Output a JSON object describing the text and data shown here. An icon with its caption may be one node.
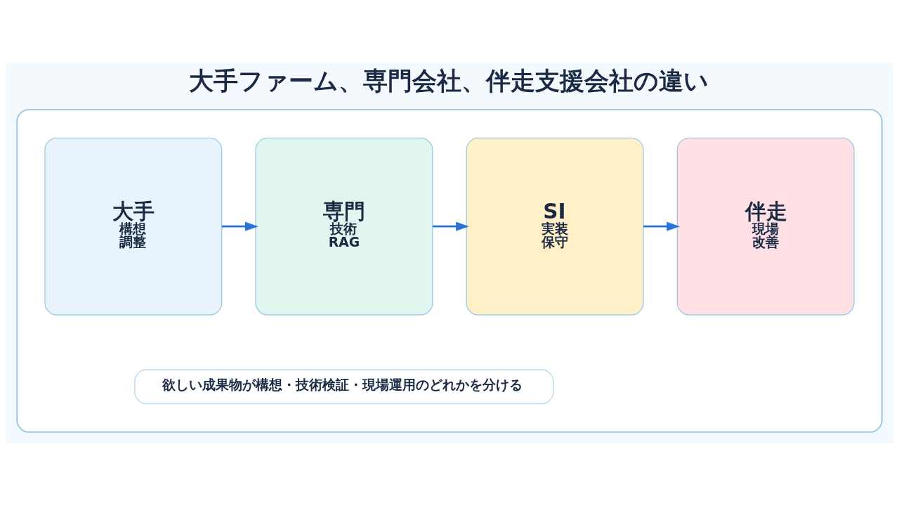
{
  "diagram": {
    "title": "大手ファーム、専門会社、伴走支援会社の違い",
    "nodes": [
      {
        "text": [],
        "shape": "box"
      },
      {
        "text": [
          "大手",
          "構想",
          "調整"
        ],
        "in": 0
      },
      {
        "text": [
          "専門",
          "技術",
          "RAG"
        ],
        "in": 0
      },
      {
        "text": [
          "SI",
          "実装",
          "保守"
        ],
        "in": 0
      },
      {
        "text": [
          "伴走",
          "現場",
          "改善"
        ],
        "in": 0
      },
      {
        "text": [
          "欲しい成果物が構想・技術検証・現場運用のどれかを分ける"
        ],
        "in": 0
      }
    ],
    "edges": [
      {
        "from": 1,
        "to": 2,
        "arrow": "to"
      },
      {
        "from": 2,
        "to": 3,
        "arrow": "to"
      },
      {
        "from": 3,
        "to": 4,
        "arrow": "to"
      }
    ]
  }
}
